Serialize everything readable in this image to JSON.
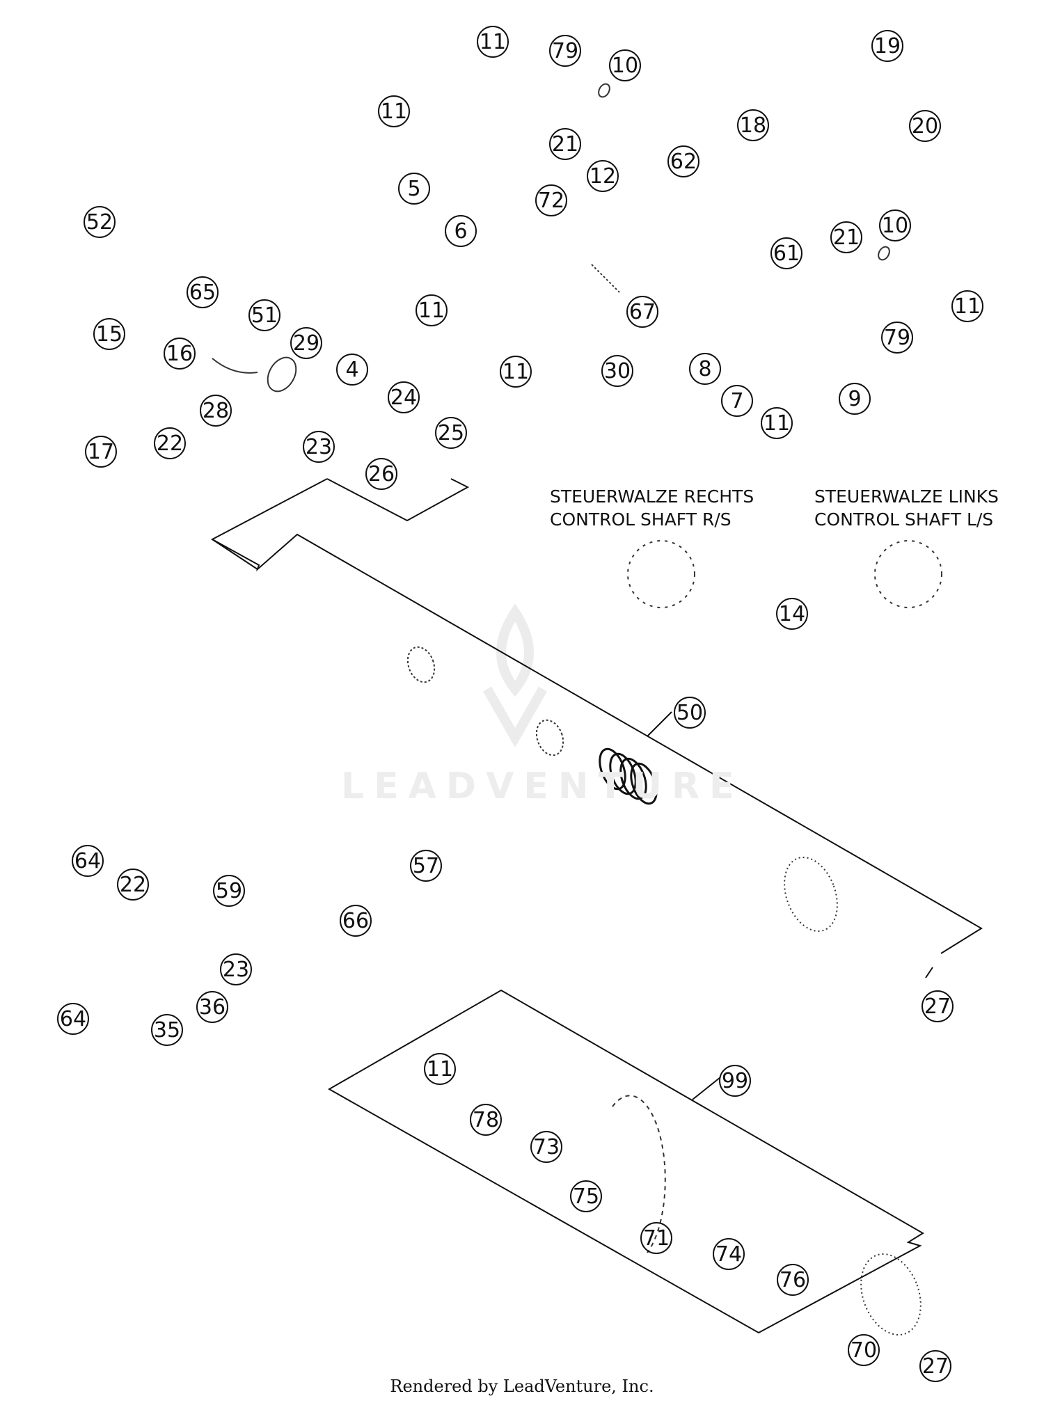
{
  "diagram": {
    "labels": {
      "right_de": "STEUERWALZE RECHTS",
      "right_en": "CONTROL SHAFT R/S",
      "left_de": "STEUERWALZE LINKS",
      "left_en": "CONTROL SHAFT L/S"
    },
    "callouts": [
      "11",
      "79",
      "10",
      "19",
      "11",
      "21",
      "12",
      "18",
      "20",
      "62",
      "5",
      "72",
      "6",
      "61",
      "21",
      "10",
      "52",
      "65",
      "51",
      "11",
      "67",
      "11",
      "79",
      "15",
      "16",
      "29",
      "4",
      "11",
      "30",
      "8",
      "7",
      "11",
      "9",
      "28",
      "24",
      "25",
      "17",
      "22",
      "23",
      "26",
      "14",
      "50",
      "57",
      "64",
      "22",
      "59",
      "66",
      "23",
      "36",
      "64",
      "35",
      "27",
      "11",
      "99",
      "78",
      "73",
      "75",
      "71",
      "74",
      "76",
      "70",
      "27"
    ]
  },
  "watermark": "LEADVENTURE",
  "footer": "Rendered by LeadVenture, Inc."
}
